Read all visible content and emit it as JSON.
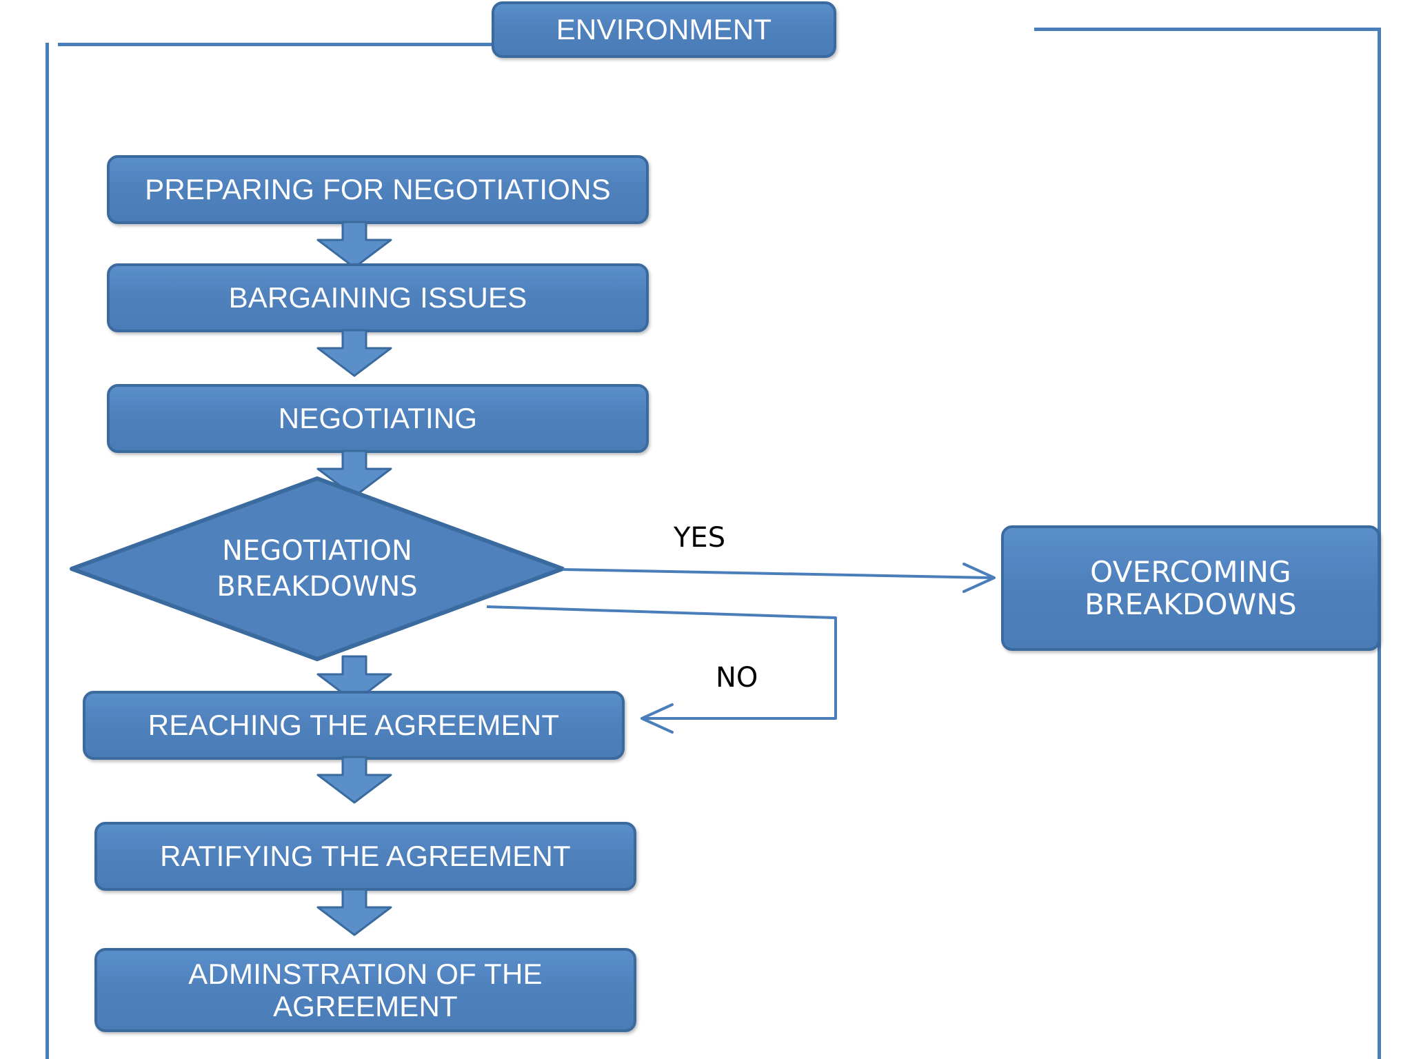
{
  "diagram": {
    "type": "flowchart",
    "title": "ENVIRONMENT",
    "accent_color": "#4f81bd",
    "border_color": "#3a6a9e",
    "connector_color": "#4a7ebb",
    "label_color": "#000000",
    "frame": {
      "name": "environment-frame",
      "label": "ENVIRONMENT"
    },
    "nodes": [
      {
        "id": "environment",
        "shape": "rounded-rect",
        "label": "ENVIRONMENT"
      },
      {
        "id": "preparing",
        "shape": "rounded-rect",
        "label": "PREPARING FOR NEGOTIATIONS"
      },
      {
        "id": "bargaining",
        "shape": "rounded-rect",
        "label": "BARGAINING ISSUES"
      },
      {
        "id": "negotiating",
        "shape": "rounded-rect",
        "label": "NEGOTIATING"
      },
      {
        "id": "breakdowns",
        "shape": "diamond",
        "label_line1": "NEGOTIATION",
        "label_line2": "BREAKDOWNS"
      },
      {
        "id": "overcoming",
        "shape": "rounded-rect",
        "label_line1": "OVERCOMING",
        "label_line2": "BREAKDOWNS"
      },
      {
        "id": "reaching",
        "shape": "rounded-rect",
        "label": "REACHING THE AGREEMENT"
      },
      {
        "id": "ratifying",
        "shape": "rounded-rect",
        "label": "RATIFYING THE AGREEMENT"
      },
      {
        "id": "administration",
        "shape": "rounded-rect",
        "label_line1": "ADMINSTRATION OF THE",
        "label_line2": "AGREEMENT"
      }
    ],
    "edges": [
      {
        "from": "preparing",
        "to": "bargaining",
        "style": "block-arrow",
        "label": ""
      },
      {
        "from": "bargaining",
        "to": "negotiating",
        "style": "block-arrow",
        "label": ""
      },
      {
        "from": "negotiating",
        "to": "breakdowns",
        "style": "block-arrow",
        "label": ""
      },
      {
        "from": "breakdowns",
        "to": "overcoming",
        "style": "line-arrow",
        "label": "YES"
      },
      {
        "from": "breakdowns",
        "to": "reaching",
        "style": "line-arrow",
        "label": "NO"
      },
      {
        "from": "breakdowns",
        "to": "reaching",
        "style": "block-arrow",
        "label": ""
      },
      {
        "from": "reaching",
        "to": "ratifying",
        "style": "block-arrow",
        "label": ""
      },
      {
        "from": "ratifying",
        "to": "administration",
        "style": "block-arrow",
        "label": ""
      }
    ],
    "branch_labels": {
      "yes": "YES",
      "no": "NO"
    }
  }
}
